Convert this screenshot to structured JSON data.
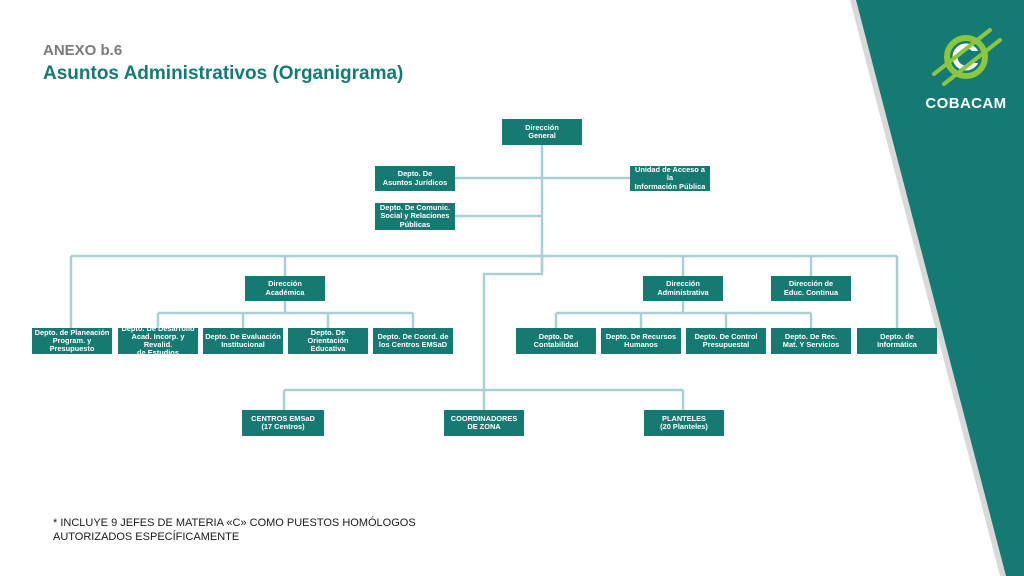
{
  "header": {
    "annex": "ANEXO b.6",
    "title": "Asuntos Administrativos (Organigrama)"
  },
  "brand": {
    "name": "COBACAM",
    "logo_icon": "cobacam-c-logo-icon",
    "accent": "#157a73",
    "accent_light": "#8cc63f",
    "connector_color": "#a9d1d3"
  },
  "org": {
    "direccion_general": "Dirección\nGeneral",
    "asuntos_juridicos": "Depto. De\nAsuntos Jurídicos",
    "acceso_informacion": "Unidad de Acceso a la\nInformación Pública",
    "comunicacion_social": "Depto. De Comunic.\nSocial y Relaciones\nPúblicas",
    "direccion_academica": "Dirección\nAcadémica",
    "direccion_administrativa": "Dirección\nAdministrativa",
    "direccion_educ_continua": "Dirección de\nEduc. Continua",
    "planeacion": "Depto. de Planeación\nProgram. y Presupuesto",
    "desarrollo_academico": "Depto. De Desarrollo\nAcad. Incorp. y Revalid.\nde Estudios",
    "evaluacion": "Depto. De Evaluación\nInstitucional",
    "orientacion": "Depto. De Orientación\nEducativa",
    "coord_emsad": "Depto. De Coord. de\nlos Centros EMSaD",
    "contabilidad": "Depto. De\nContabilidad",
    "recursos_humanos": "Depto. De Recursos\nHumanos",
    "control_presupuestal": "Depto. De Control\nPresupuestal",
    "recursos_materiales": "Depto. De Rec.\nMat. Y Servicios",
    "informatica": "Depto. de\nInformática",
    "centros_emsad": "CENTROS EMSaD\n(17 Centros)",
    "coordinadores_zona": "COORDINADORES\nDE ZONA",
    "planteles": "PLANTELES\n(20 Planteles)"
  },
  "footnote": " *   INCLUYE  9 JEFES DE MATERIA «C» COMO PUESTOS HOMÓLOGOS\nAUTORIZADOS ESPECÍFICAMENTE"
}
